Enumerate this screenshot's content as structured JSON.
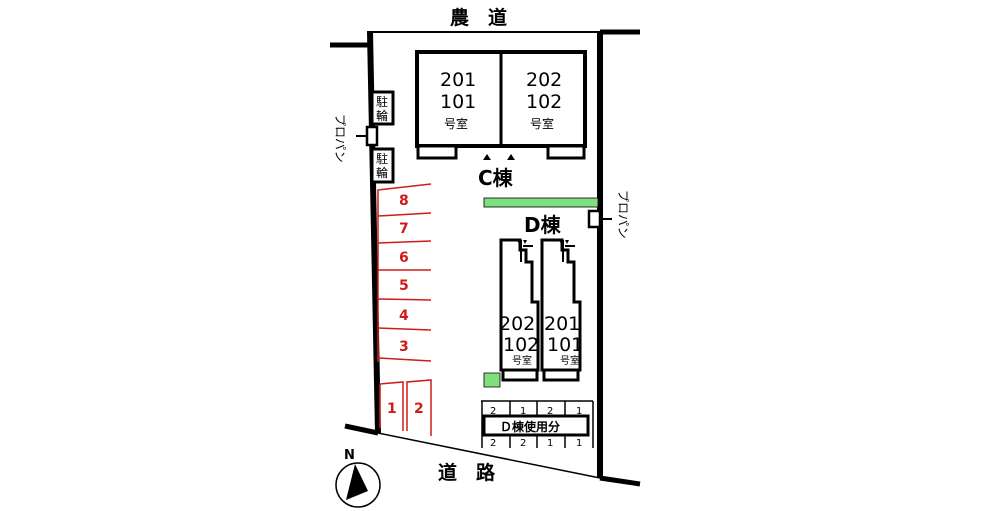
{
  "roads": {
    "top": "農　道",
    "bottom": "道　路"
  },
  "buildings": {
    "c": {
      "label": "C棟",
      "units": [
        {
          "upper": "201",
          "lower": "101",
          "suffix": "号室"
        },
        {
          "upper": "202",
          "lower": "102",
          "suffix": "号室"
        }
      ]
    },
    "d": {
      "label": "D棟",
      "units": [
        {
          "upper": "202",
          "lower": "102",
          "suffix": "号室"
        },
        {
          "upper": "201",
          "lower": "101",
          "suffix": "号室"
        }
      ]
    }
  },
  "bike_parking": [
    {
      "char1": "駐",
      "char2": "輪"
    },
    {
      "char1": "駐",
      "char2": "輪"
    }
  ],
  "propane": {
    "left": "プロパン",
    "right": "プロパン"
  },
  "parking_spaces": [
    "8",
    "7",
    "6",
    "5",
    "4",
    "3",
    "1",
    "2"
  ],
  "d_parking": {
    "top_numbers": [
      "2",
      "1",
      "2",
      "1"
    ],
    "bottom_numbers": [
      "2",
      "2",
      "1",
      "1"
    ],
    "label": "Ｄ棟使用分"
  },
  "compass": {
    "label": "N"
  },
  "colors": {
    "wall": "#000000",
    "parking_lines": "#d11a1a",
    "green_strip": "#7ee07e"
  }
}
